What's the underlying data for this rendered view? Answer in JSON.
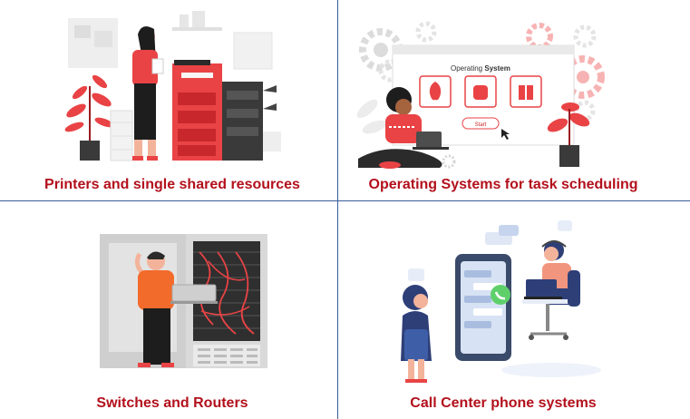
{
  "panels": [
    {
      "caption": "Printers and single shared resources"
    },
    {
      "caption": "Operating Systems for task scheduling",
      "screen": {
        "title_prefix": "Operating ",
        "title_bold": "System",
        "start_label": "Start"
      }
    },
    {
      "caption": "Switches and Routers"
    },
    {
      "caption": "Call Center phone systems"
    }
  ],
  "colors": {
    "accent": "#e94345",
    "caption": "#b3101c",
    "divider": "#3a5a9a"
  }
}
